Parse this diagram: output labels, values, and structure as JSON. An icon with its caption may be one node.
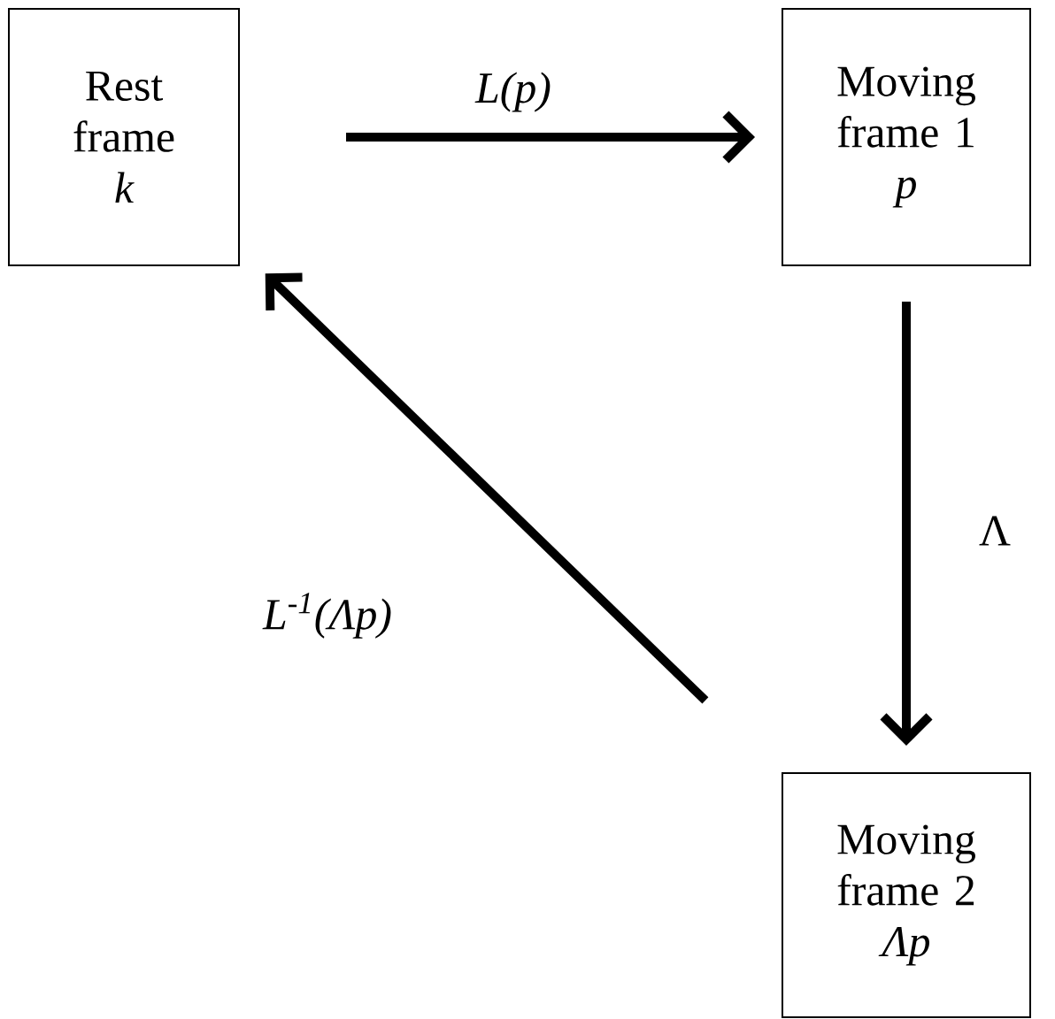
{
  "diagram": {
    "nodes": [
      {
        "text": [
          "Rest frame",
          "k"
        ]
      },
      {
        "text": [
          "Moving frame 1",
          "p"
        ]
      },
      {
        "text": [
          "Moving frame 2",
          "Λp"
        ]
      }
    ],
    "edges": [
      {
        "from": 0,
        "to": 1,
        "arrow": "to",
        "label": "L(p)"
      },
      {
        "from": 1,
        "to": 2,
        "arrow": "to",
        "label": "Λ"
      },
      {
        "from": 2,
        "to": 0,
        "arrow": "to",
        "label": "L$^{-1}$(Λp)"
      }
    ]
  }
}
